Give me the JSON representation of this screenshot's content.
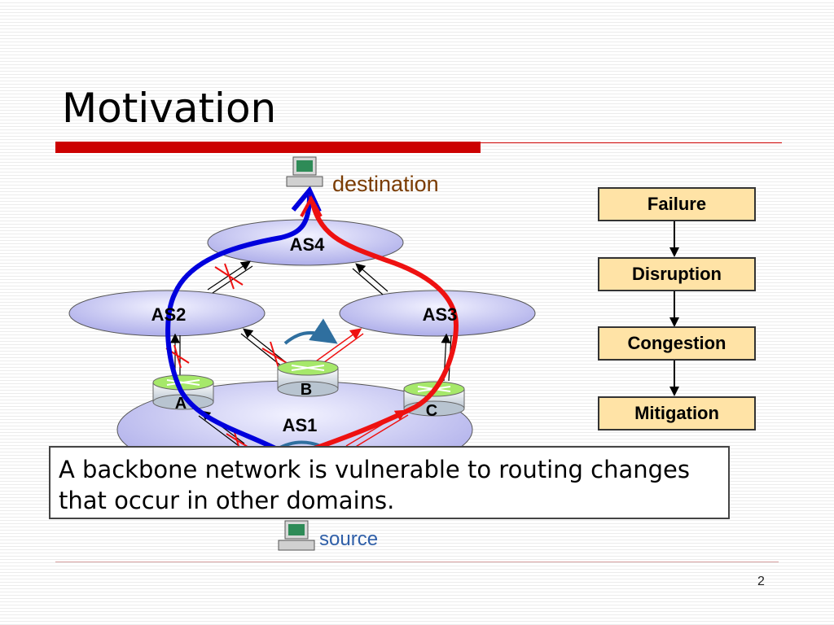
{
  "slide": {
    "title": "Motivation",
    "page_number": "2"
  },
  "diagram": {
    "destination_label": "destination",
    "source_label": "source",
    "as_labels": {
      "as1": "AS1",
      "as2": "AS2",
      "as3": "AS3",
      "as4": "AS4"
    },
    "router_labels": {
      "a": "A",
      "b": "B",
      "c": "C"
    }
  },
  "flow": [
    "Failure",
    "Disruption",
    "Congestion",
    "Mitigation"
  ],
  "callout": {
    "text": "A backbone network is vulnerable to routing changes that occur in other domains."
  },
  "colors": {
    "accent_red": "#cc0000",
    "path_blue": "#0000dd",
    "path_red": "#ee1111",
    "box_fill": "#ffe3a6",
    "as_fill": "#c8c8f0"
  }
}
